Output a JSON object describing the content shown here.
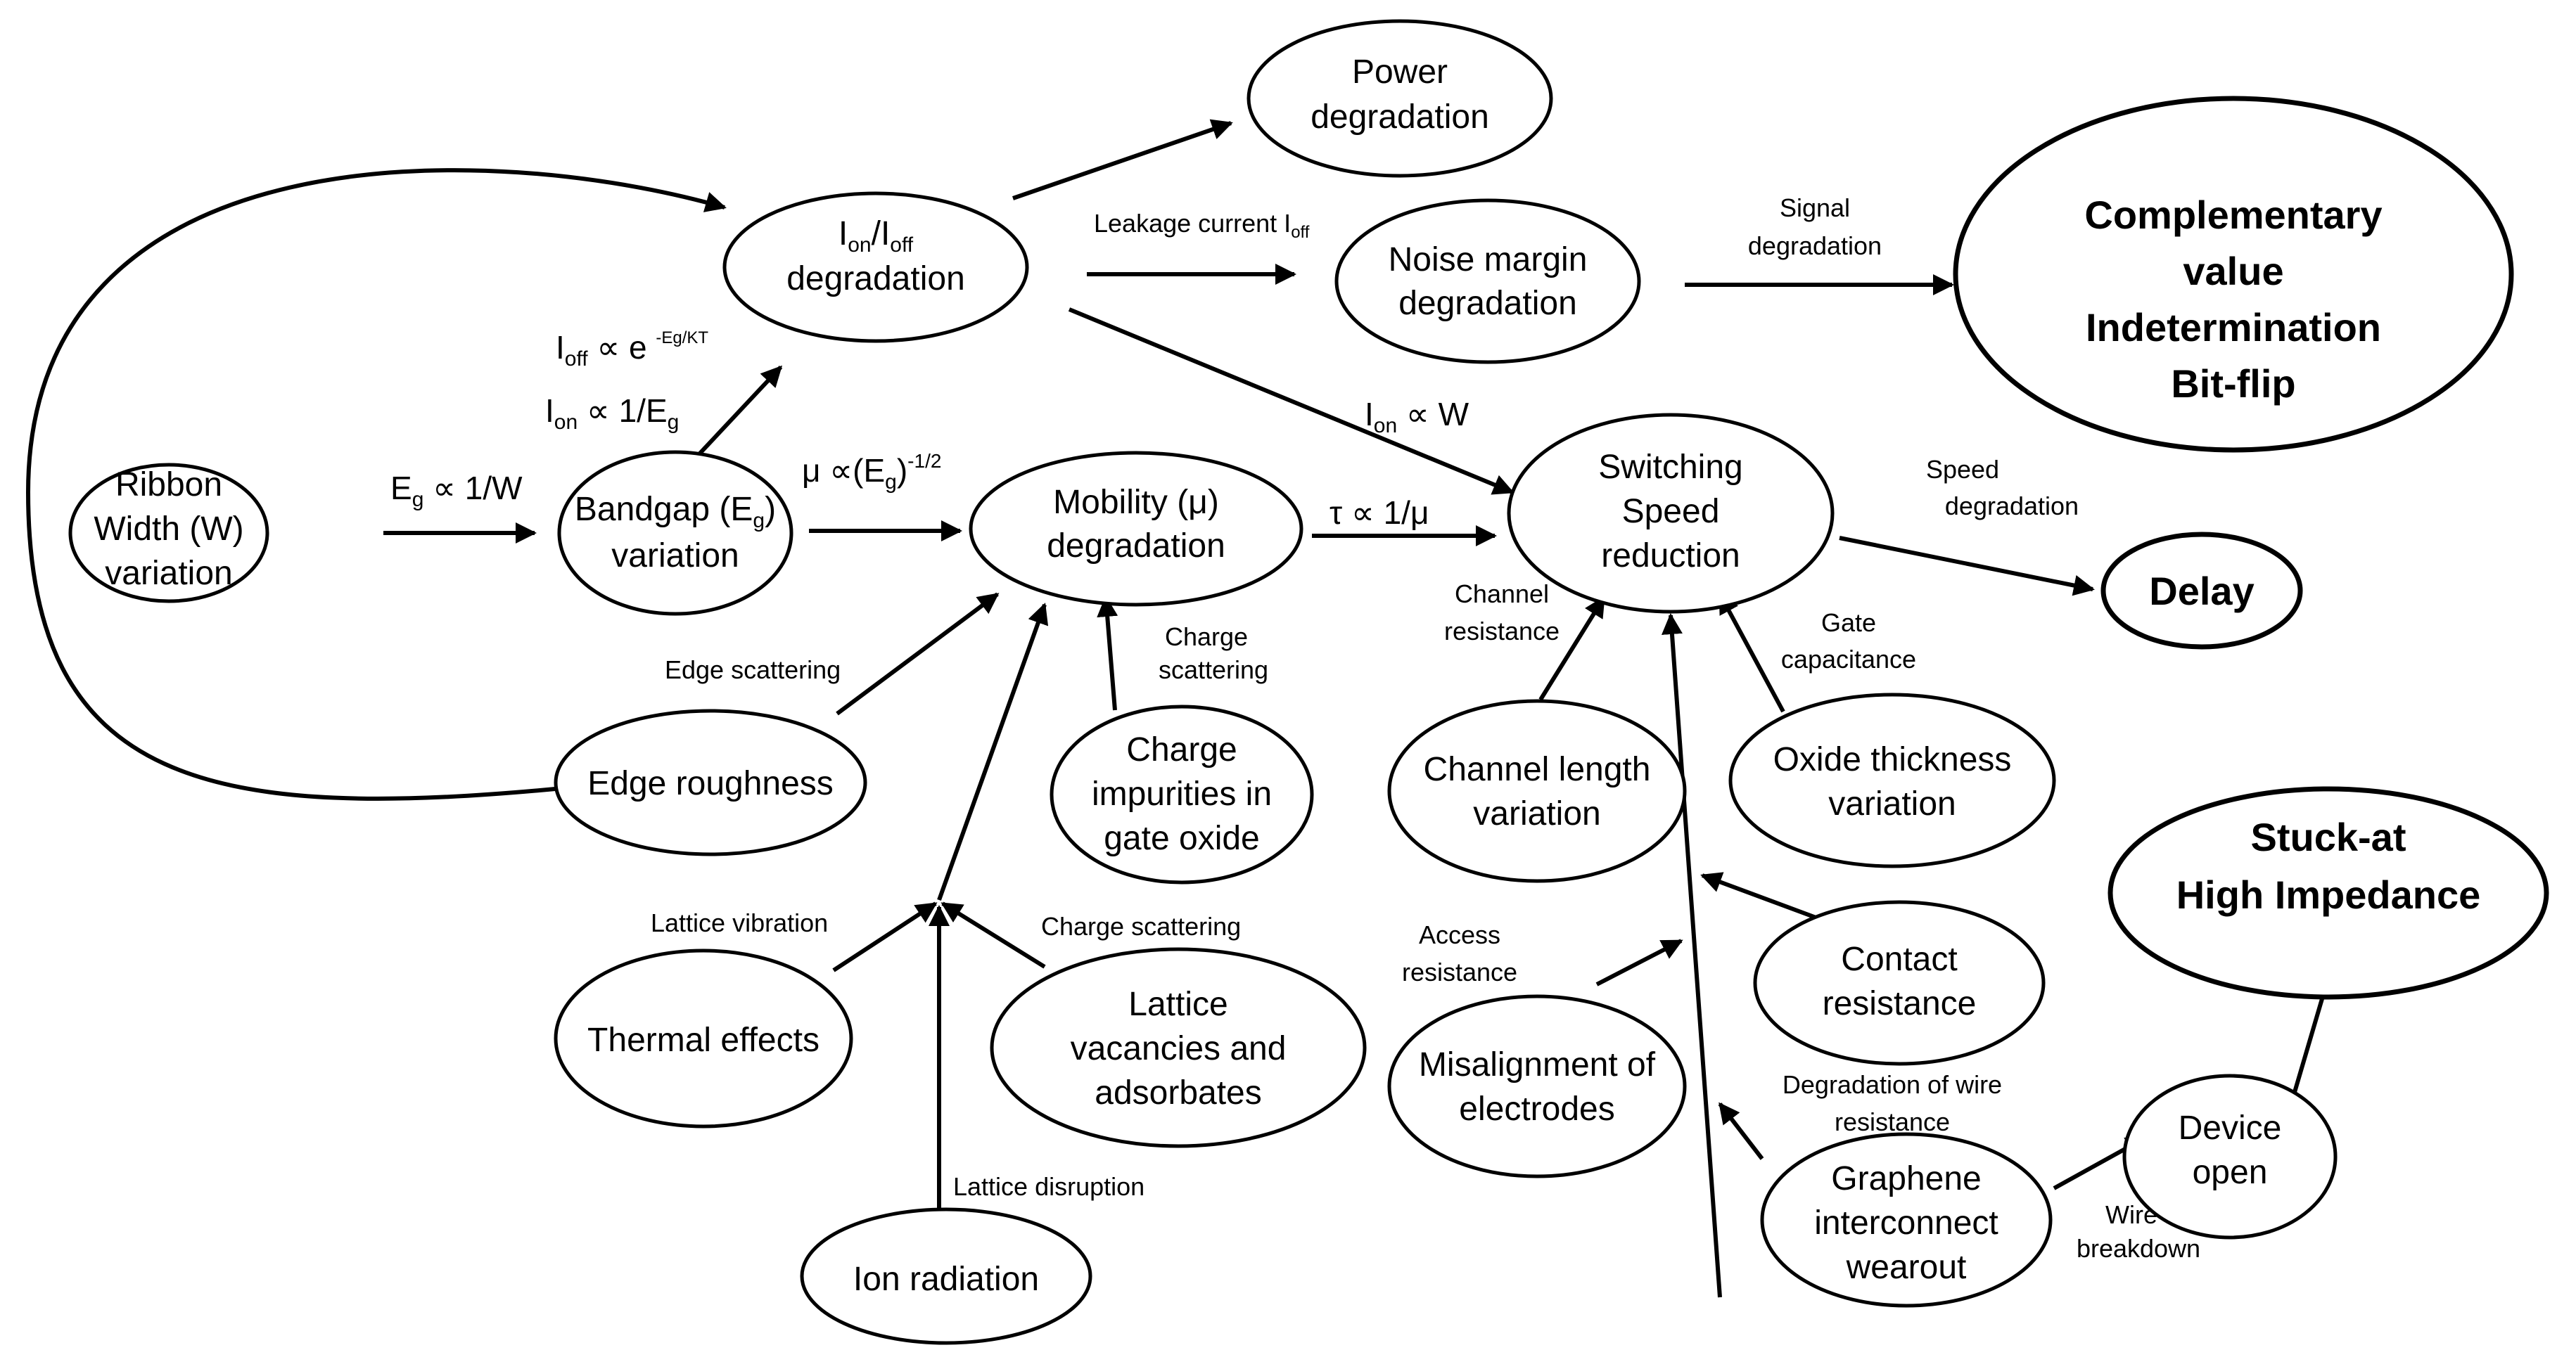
{
  "nodes": {
    "ribbon": [
      "Ribbon",
      "Width (W)",
      "variation"
    ],
    "ionoff": [
      "I",
      "on",
      "/I",
      "off",
      "degradation"
    ],
    "power": [
      "Power",
      "degradation"
    ],
    "noise": [
      "Noise margin",
      "degradation"
    ],
    "complementary": [
      "Complementary",
      "value",
      "Indetermination",
      "Bit-flip"
    ],
    "bandgap": [
      "Bandgap (E",
      "g",
      ")",
      "variation"
    ],
    "mobility": [
      "Mobility (μ)",
      "degradation"
    ],
    "switching": [
      "Switching",
      "Speed",
      "reduction"
    ],
    "delay": [
      "Delay"
    ],
    "edge_roughness": [
      "Edge roughness"
    ],
    "charge_impurities": [
      "Charge",
      "impurities in",
      "gate oxide"
    ],
    "channel_length": [
      "Channel length",
      "variation"
    ],
    "oxide_thickness": [
      "Oxide thickness",
      "variation"
    ],
    "stuck": [
      "Stuck-at",
      "High Impedance"
    ],
    "thermal": [
      "Thermal effects"
    ],
    "lattice_vac": [
      "Lattice",
      "vacancies and",
      "adsorbates"
    ],
    "contact": [
      "Contact",
      "resistance"
    ],
    "misalignment": [
      "Misalignment of",
      "electrodes"
    ],
    "device_open": [
      "Device",
      "open"
    ],
    "graphene": [
      "Graphene",
      "interconnect",
      "wearout"
    ],
    "ion_radiation": [
      "Ion radiation"
    ]
  },
  "labels": {
    "leakage": [
      "Leakage current I",
      "off"
    ],
    "signal_degradation": [
      "Signal",
      "degradation"
    ],
    "ioff_formula": [
      "I",
      "off",
      " ∝ e ",
      "-Eg/KT"
    ],
    "ion_formula": [
      "I",
      "on",
      " ∝ 1/E",
      "g"
    ],
    "eg_formula": [
      "E",
      "g",
      " ∝ 1/W"
    ],
    "mu_formula": [
      "μ ∝(E",
      "g",
      ")",
      "-1/2"
    ],
    "tau_formula": [
      "τ ∝ 1/μ"
    ],
    "ion_w": [
      "I",
      "on",
      " ∝ W"
    ],
    "speed_degradation": [
      "Speed",
      "degradation"
    ],
    "channel_resistance": [
      "Channel",
      "resistance"
    ],
    "gate_capacitance": [
      "Gate",
      "capacitance"
    ],
    "edge_scattering": [
      "Edge scattering"
    ],
    "charge_scattering_1": [
      "Charge",
      "scattering"
    ],
    "lattice_vibration": [
      "Lattice vibration"
    ],
    "charge_scattering_2": [
      "Charge scattering"
    ],
    "access_resistance": [
      "Access",
      "resistance"
    ],
    "wire_resistance": [
      "Degradation of wire",
      "resistance"
    ],
    "lattice_disruption": [
      "Lattice disruption"
    ],
    "wire_breakdown": [
      "Wire",
      "breakdown"
    ]
  }
}
